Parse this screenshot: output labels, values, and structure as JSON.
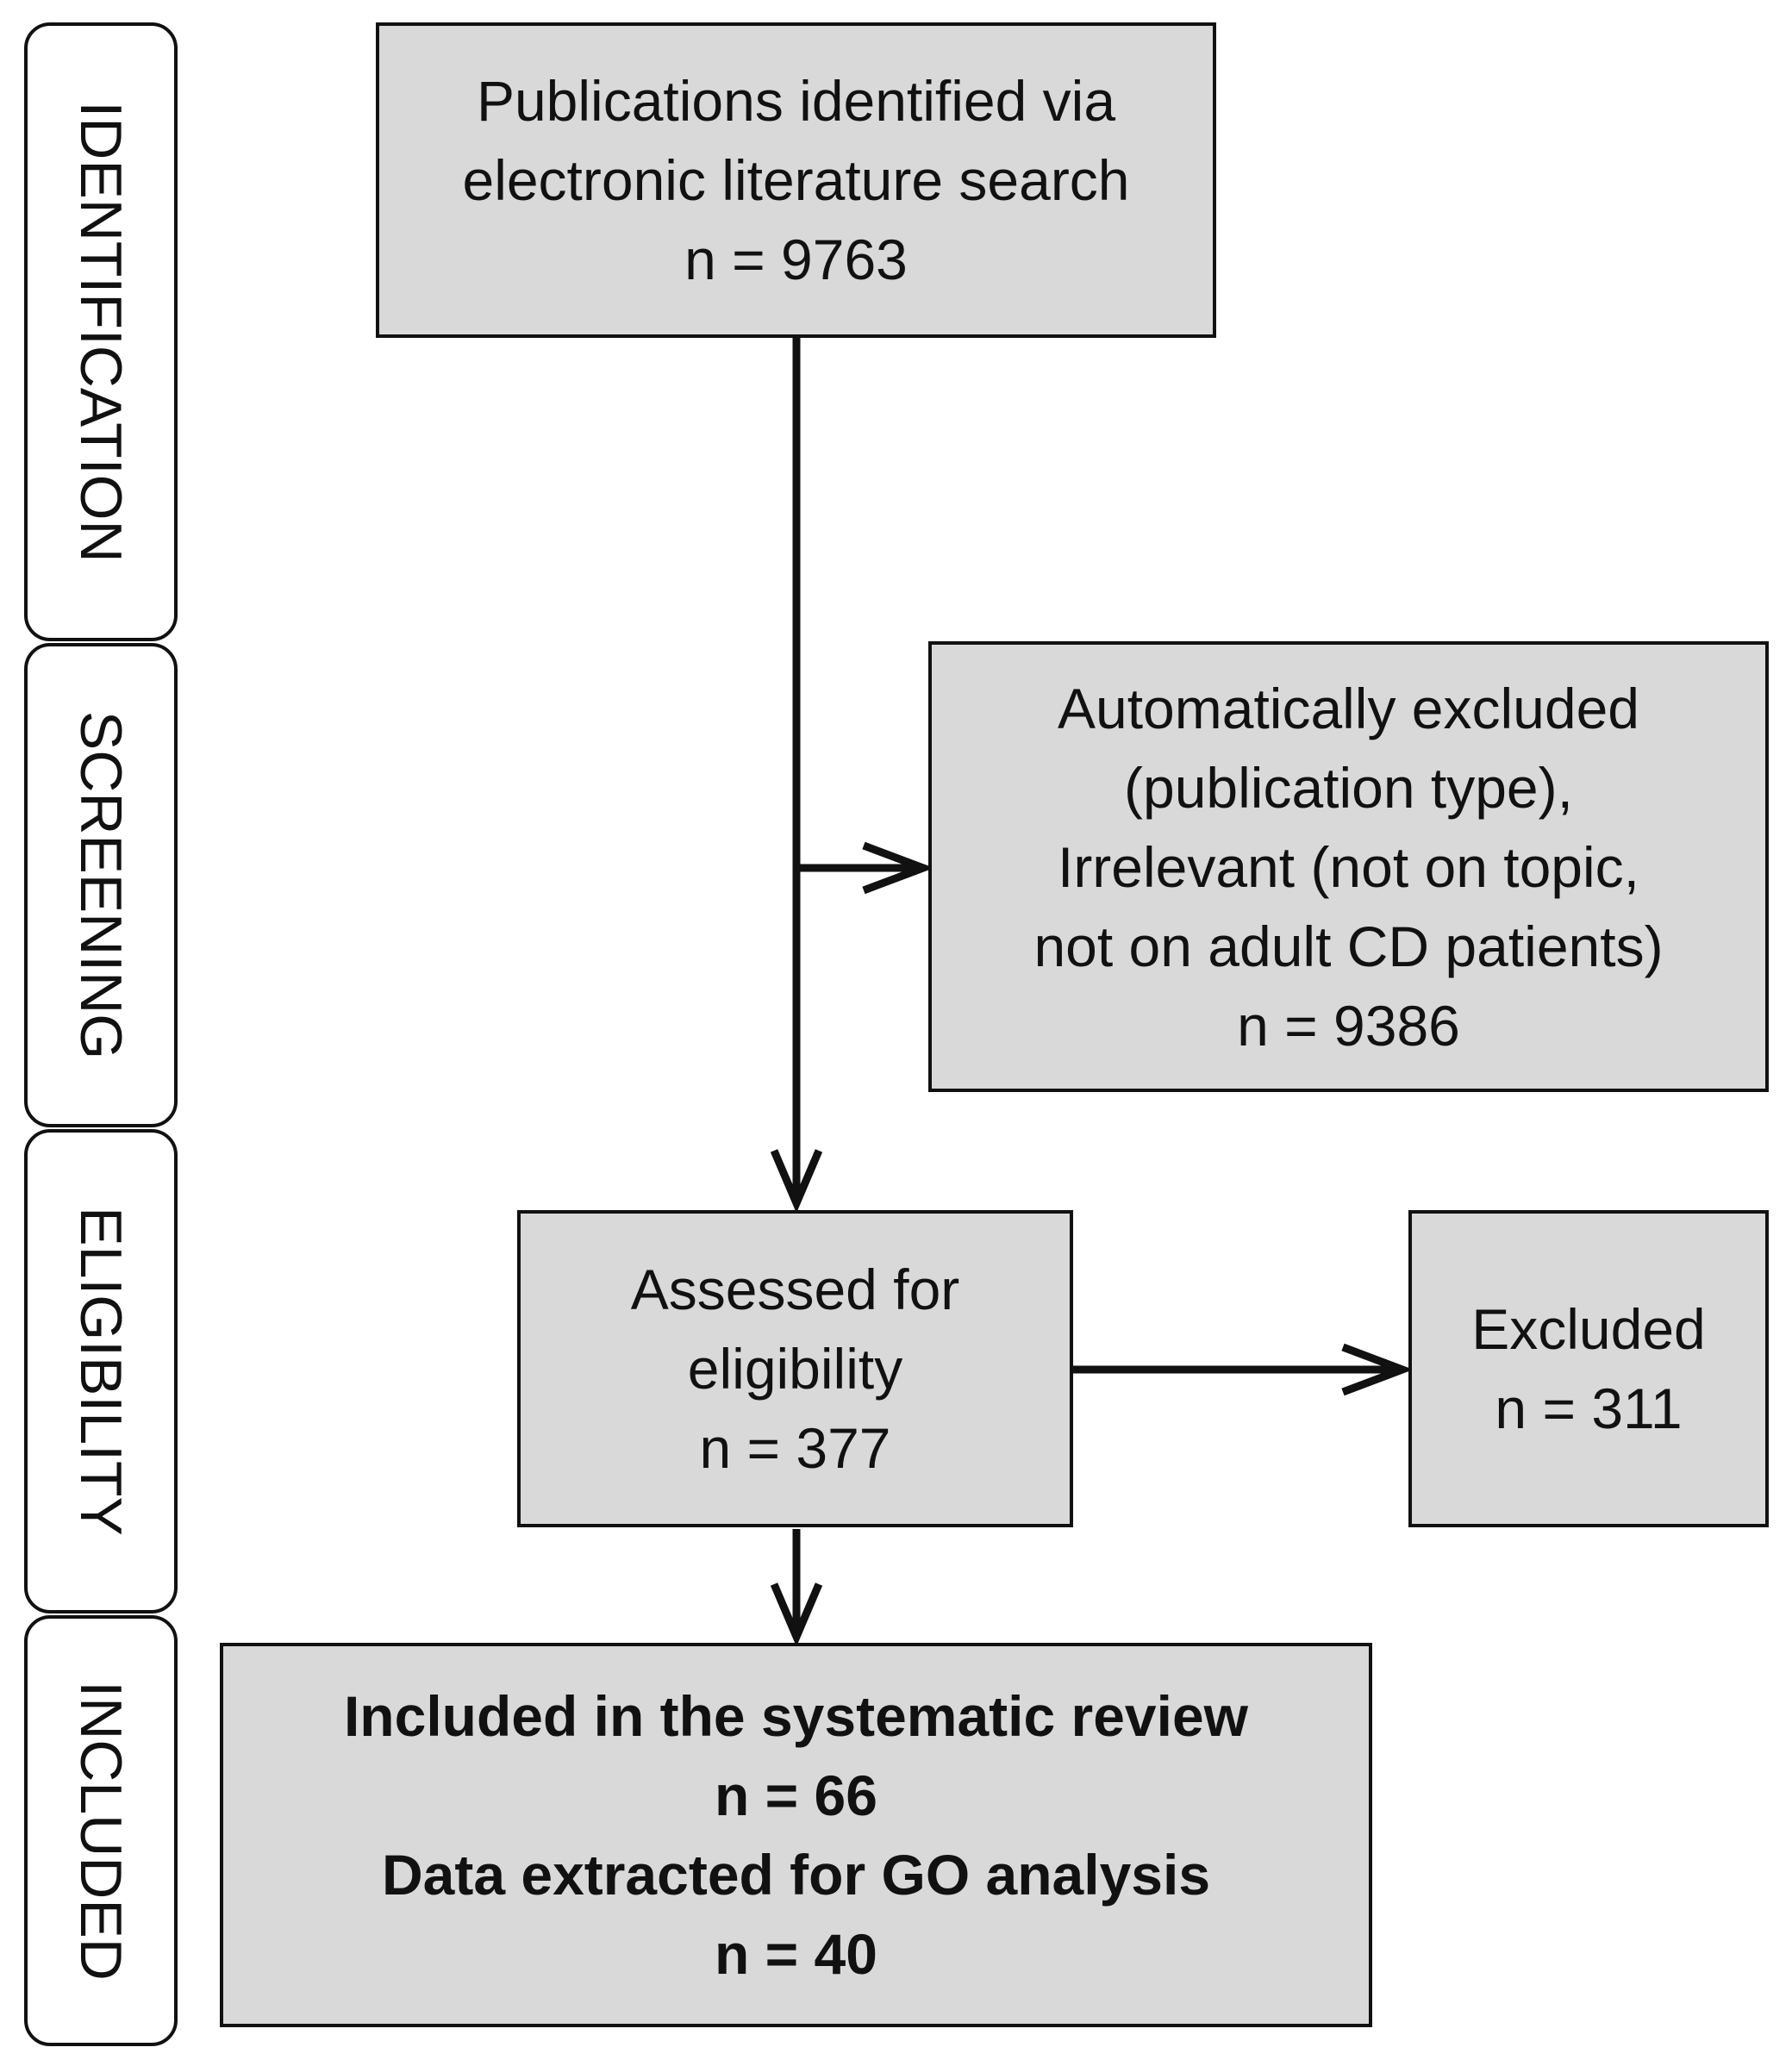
{
  "stages": [
    {
      "id": "identification",
      "label": "IDENTIFICATION"
    },
    {
      "id": "screening",
      "label": "SCREENING"
    },
    {
      "id": "eligibility",
      "label": "ELIGIBILITY"
    },
    {
      "id": "included",
      "label": "INCLUDED"
    }
  ],
  "boxes": {
    "identified": {
      "lines": [
        "Publications identified via",
        "electronic literature search",
        "n = 9763"
      ]
    },
    "auto_excluded": {
      "lines": [
        "Automatically excluded",
        "(publication type),",
        "Irrelevant (not on topic,",
        "not on adult CD patients)",
        "n = 9386"
      ]
    },
    "assessed": {
      "lines": [
        "Assessed for",
        "eligibility",
        "n = 377"
      ]
    },
    "excluded": {
      "lines": [
        "Excluded",
        "n = 311"
      ]
    },
    "included": {
      "lines": [
        "Included in the systematic review",
        "n = 66",
        "Data extracted for GO analysis",
        "n = 40"
      ]
    }
  },
  "colors": {
    "box_fill": "#d9d9d9",
    "stroke": "#111111",
    "background": "#ffffff"
  }
}
